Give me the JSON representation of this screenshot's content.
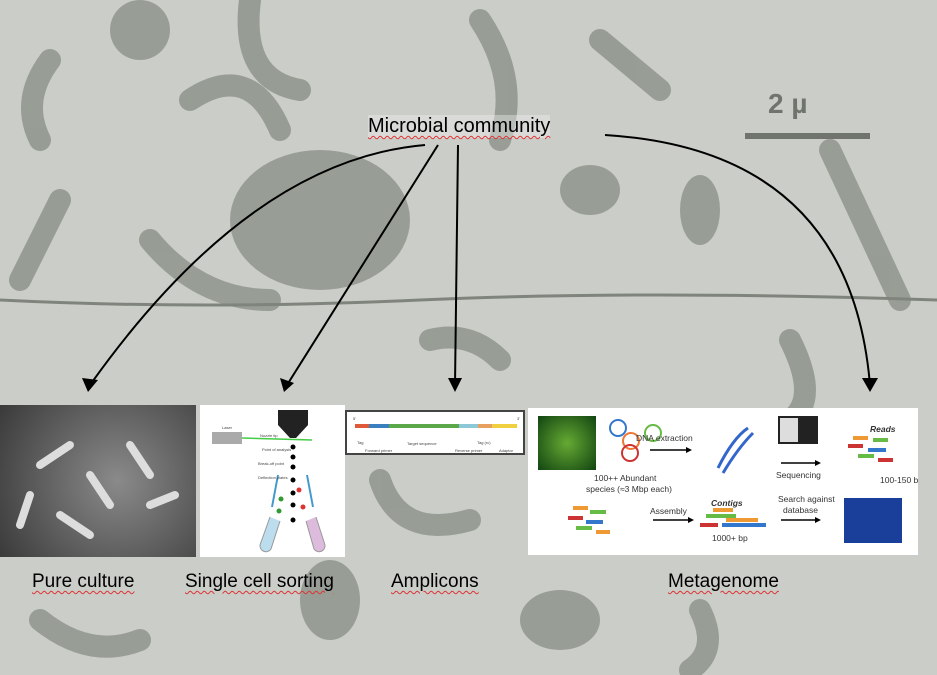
{
  "title": "Microbial community",
  "scale_bar": "2 µ",
  "labels": {
    "pure_culture": "Pure culture",
    "single_cell": "Single cell sorting",
    "amplicons": "Amplicons",
    "metagenome": "Metagenome"
  },
  "amplicon": {
    "end5": "5'",
    "end3": "3'",
    "tag": "Tag",
    "forward": "Forward primer",
    "target": "Target sequence",
    "reverse": "Reverse primer",
    "tag_rc": "Tag (rc)",
    "adaptor": "Adaptor"
  },
  "sorting": {
    "laser": "Laser",
    "nozzle": "Nozzle tip",
    "point": "Point of analysis",
    "break": "Break-off point",
    "plates": "Deflection plates"
  },
  "metagenome": {
    "dna_extraction": "DNA extraction",
    "species": "100++ Abundant",
    "species2": "species (≈3 Mbp each)",
    "sequencing": "Sequencing",
    "reads": "Reads",
    "reads_len": "100-150 bp",
    "assembly": "Assembly",
    "contigs": "Contigs",
    "contigs_len": "1000+ bp",
    "search": "Search against",
    "search2": "database"
  },
  "colors": {
    "arrow": "#000000",
    "background": "#c9cbc6"
  }
}
